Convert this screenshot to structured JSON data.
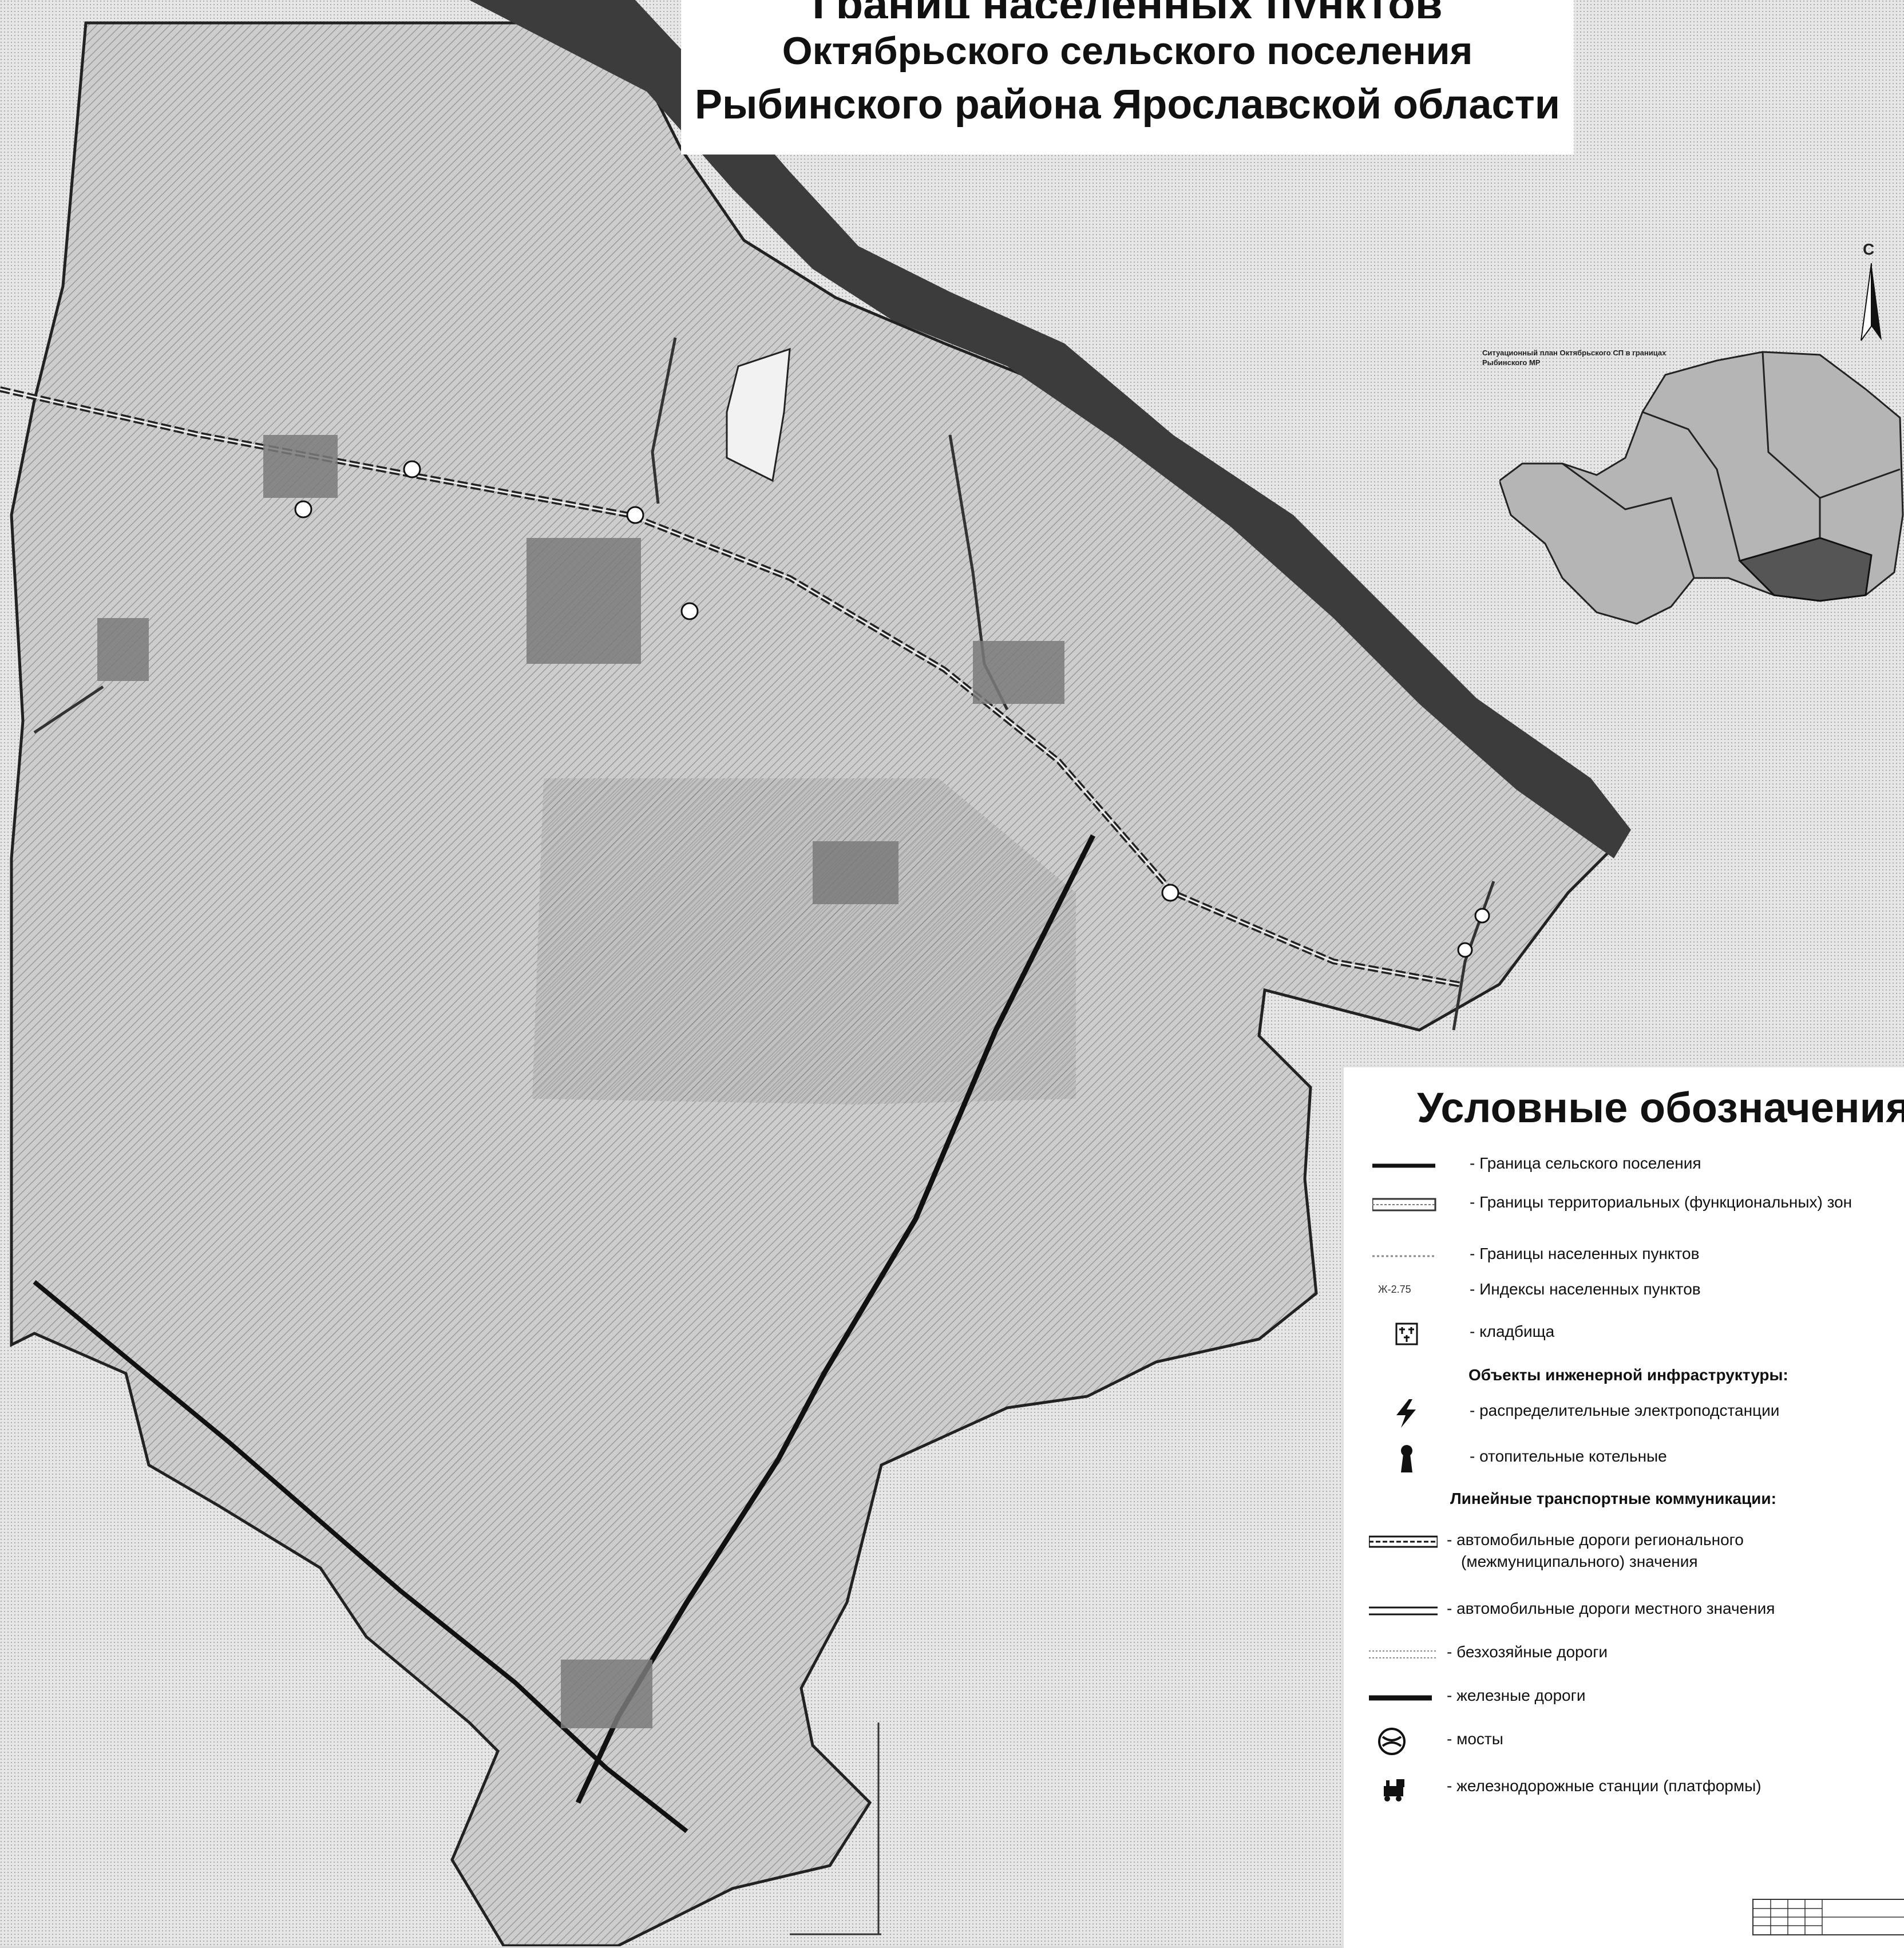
{
  "title": {
    "line0": "Границ населенных пунктов",
    "line1": "Октябрьского сельского поселения",
    "line2": "Рыбинского района Ярославской области"
  },
  "north_letter": "С",
  "inset_caption": "Ситуационный план Октябрьского СП в границах Рыбинского МР",
  "legend": {
    "title": "Условные обозначения:",
    "rows": [
      {
        "symbol": "settlement-boundary-line",
        "text": "- Граница сельского поселения"
      },
      {
        "symbol": "zone-boundary-line",
        "text": "- Границы территориальных (функциональных) зон"
      },
      {
        "symbol": "locality-boundary-line",
        "text": "- Границы населенных пунктов"
      },
      {
        "symbol": "locality-index",
        "sample": "Ж-2.75",
        "text": "- Индексы населенных пунктов"
      },
      {
        "symbol": "cemetery-icon",
        "text": "- кладбища"
      },
      {
        "symbol": "substation-icon",
        "text": "- распределительные электроподстанции"
      },
      {
        "symbol": "boiler-icon",
        "text": "- отопительные котельные"
      },
      {
        "symbol": "regional-road-line",
        "text": "- автомобильные дороги регионального",
        "text2": "(межмуниципального) значения"
      },
      {
        "symbol": "local-road-line",
        "text": "- автомобильные дороги местного значения"
      },
      {
        "symbol": "ownerless-road-line",
        "text": "- безхозяйные дороги"
      },
      {
        "symbol": "railway-line",
        "text": "- железные дороги"
      },
      {
        "symbol": "bridge-icon",
        "text": "- мосты"
      },
      {
        "symbol": "station-icon",
        "text": "- железнодорожные станции (платформы)"
      }
    ],
    "section_infra": "Объекты инженерной инфраструктуры:",
    "section_transport": "Линейные транспортные коммуникации:"
  },
  "colors": {
    "map_fill": "#cfcfcf",
    "river": "#3a3a3a",
    "boundary": "#1a1a1a",
    "paper": "#ffffff"
  }
}
